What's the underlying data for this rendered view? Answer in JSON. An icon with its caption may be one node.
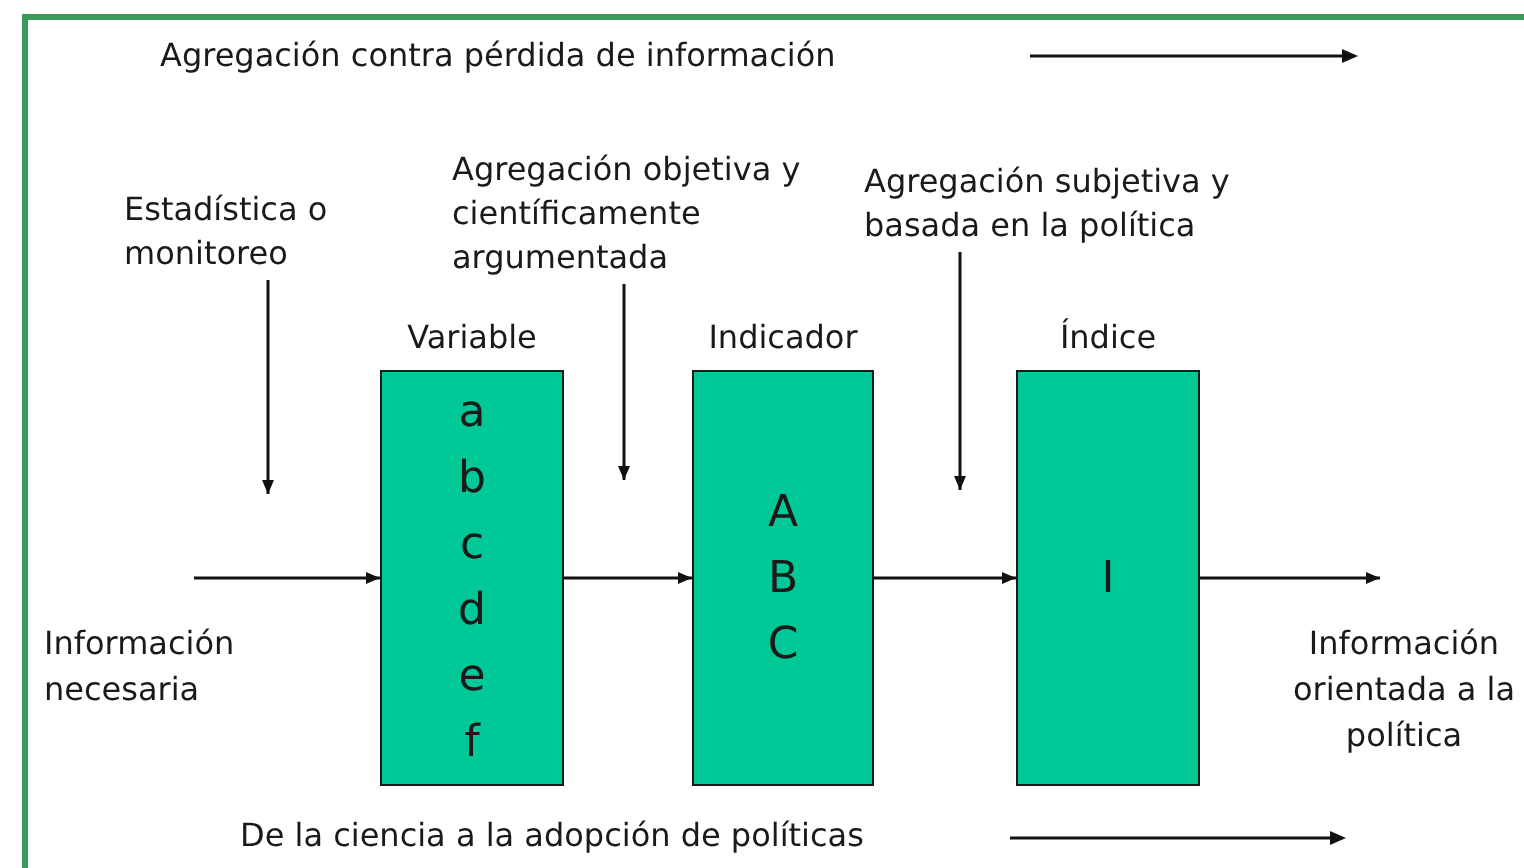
{
  "diagram": {
    "nodes": [
      {
        "text": [
          "Variable",
          "a b c d e f"
        ]
      },
      {
        "text": [
          "Indicador",
          "A B C"
        ]
      },
      {
        "text": [
          "Índice",
          "I"
        ]
      },
      {
        "text": [
          "Estadística o monitoreo"
        ]
      },
      {
        "text": [
          "Agregación objetiva y científicamente argumentada"
        ]
      },
      {
        "text": [
          "Agregación subjetiva y basada en la política"
        ]
      }
    ],
    "edges": [
      {
        "from": null,
        "to": 0,
        "arrow": "to"
      },
      {
        "from": 0,
        "to": 1,
        "arrow": "to"
      },
      {
        "from": 1,
        "to": 2,
        "arrow": "to"
      },
      {
        "from": 2,
        "to": null,
        "arrow": "to"
      },
      {
        "from": 3,
        "to": null,
        "arrow": "to"
      },
      {
        "from": 4,
        "to": null,
        "arrow": "to"
      },
      {
        "from": 5,
        "to": null,
        "arrow": "to"
      }
    ],
    "labels": [
      "Agregación contra pérdida de información",
      "Información necesaria",
      "Información orientada a la política",
      "De la ciencia a la adopción de políticas"
    ]
  }
}
